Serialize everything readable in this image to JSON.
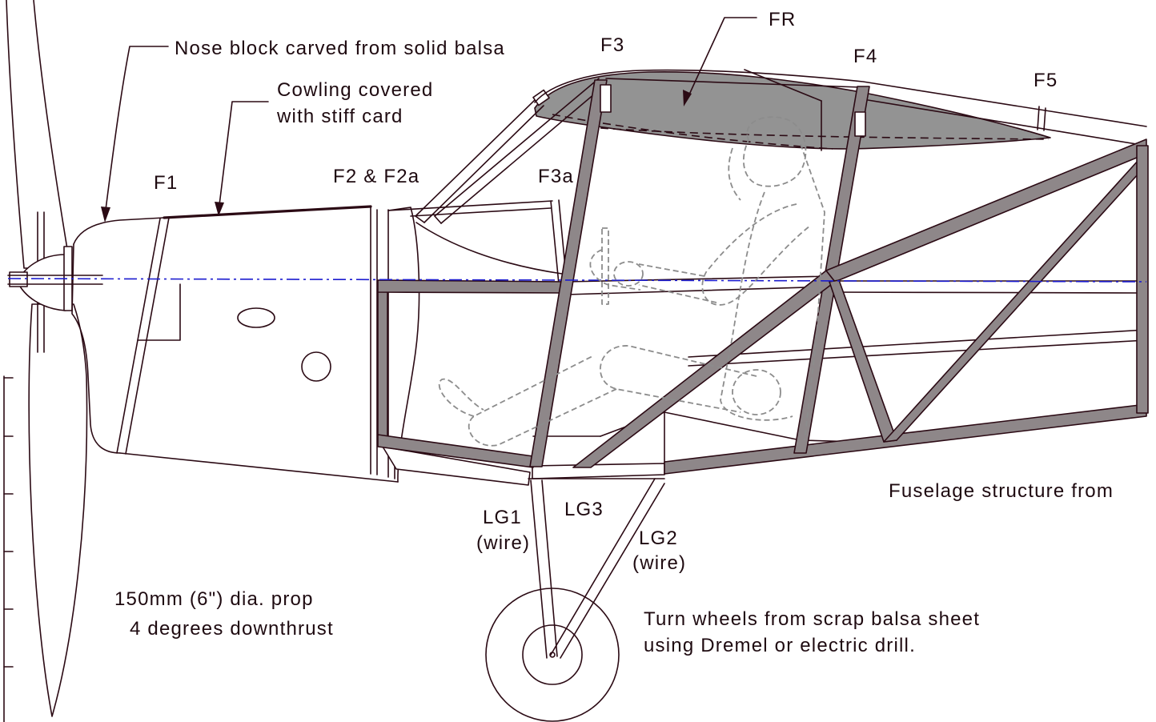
{
  "labels": {
    "nose_block": "Nose block carved from solid balsa",
    "cowling_line1": "Cowling covered",
    "cowling_line2": "with stiff card",
    "f1": "F1",
    "f2": "F2 & F2a",
    "f3a": "F3a",
    "f3": "F3",
    "fr": "FR",
    "f4": "F4",
    "f5": "F5",
    "fuselage_note": "Fuselage structure from",
    "lg1": "LG1",
    "lg1_note": "(wire)",
    "lg3": "LG3",
    "lg2": "LG2",
    "lg2_note": "(wire)",
    "prop_line1": "150mm (6\") dia. prop",
    "prop_line2": "4 degrees downthrust",
    "wheels_line1": "Turn wheels from scrap balsa sheet",
    "wheels_line2": "using Dremel or electric drill."
  },
  "colors": {
    "line": "#2b0a14",
    "structure_fill": "#8e8789",
    "rib_fill": "#939393",
    "thrust_line": "#1c1ccf",
    "pilot_outline": "#8c8c8c",
    "text": "#1e0a10"
  }
}
